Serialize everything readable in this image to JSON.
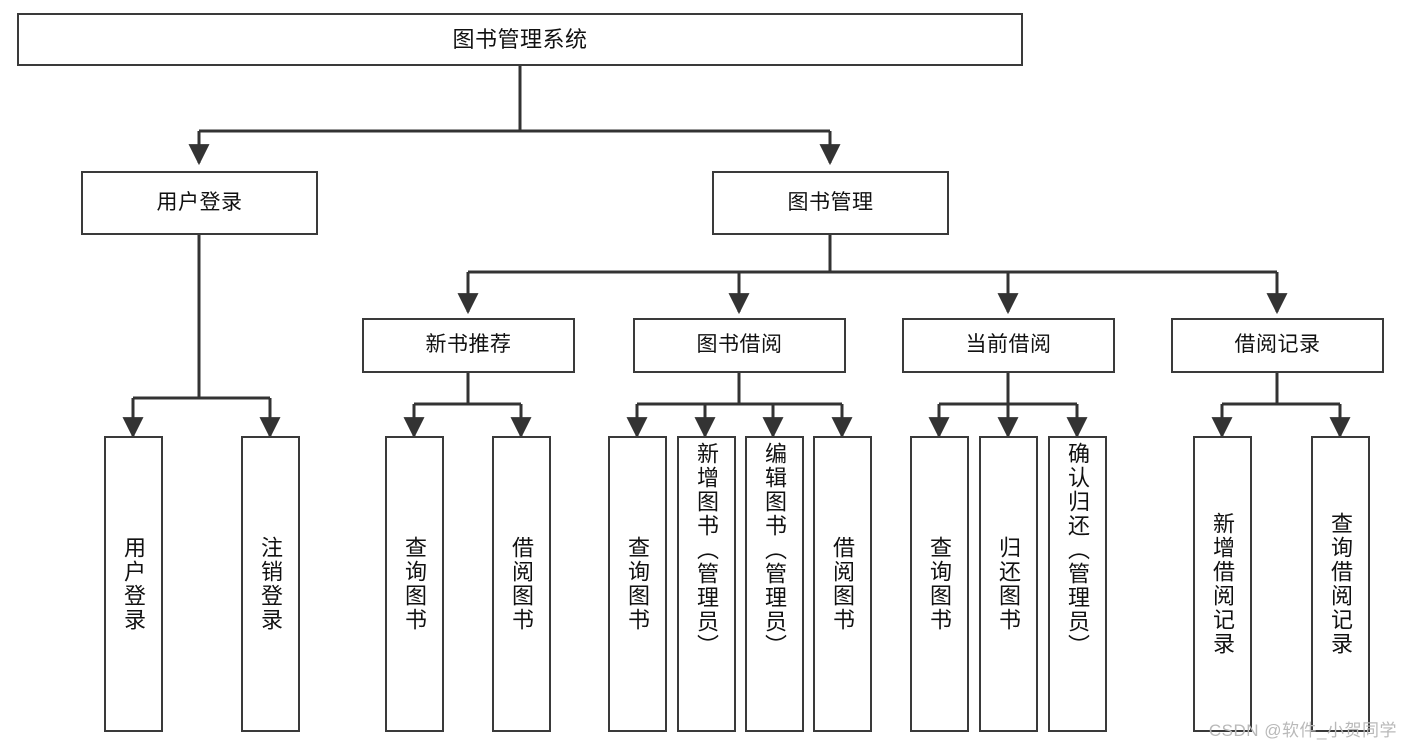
{
  "diagram": {
    "type": "tree-hierarchy",
    "title": "图书管理系统",
    "watermark": "CSDN @软件_小贺同学",
    "colors": {
      "box_border": "#3a3a3a",
      "box_fill": "#ffffff",
      "connector": "#333333",
      "text": "#111111",
      "watermark": "#b9b9b9"
    },
    "levels": {
      "root": {
        "label": "图书管理系统"
      },
      "level2": [
        {
          "label": "用户登录"
        },
        {
          "label": "图书管理"
        }
      ],
      "level3": [
        {
          "label": "新书推荐"
        },
        {
          "label": "图书借阅"
        },
        {
          "label": "当前借阅"
        },
        {
          "label": "借阅记录"
        }
      ],
      "leaves": {
        "user_login": [
          {
            "label": "用户登录"
          },
          {
            "label": "注销登录"
          }
        ],
        "new_book_recommend": [
          {
            "label": "查询图书"
          },
          {
            "label": "借阅图书"
          }
        ],
        "book_borrow": [
          {
            "label": "查询图书"
          },
          {
            "label": "新增图书（管理员）"
          },
          {
            "label": "编辑图书（管理员）"
          },
          {
            "label": "借阅图书"
          }
        ],
        "current_borrow": [
          {
            "label": "查询图书"
          },
          {
            "label": "归还图书"
          },
          {
            "label": "确认归还（管理员）"
          }
        ],
        "borrow_record": [
          {
            "label": "新增借阅记录"
          },
          {
            "label": "查询借阅记录"
          }
        ]
      }
    }
  }
}
